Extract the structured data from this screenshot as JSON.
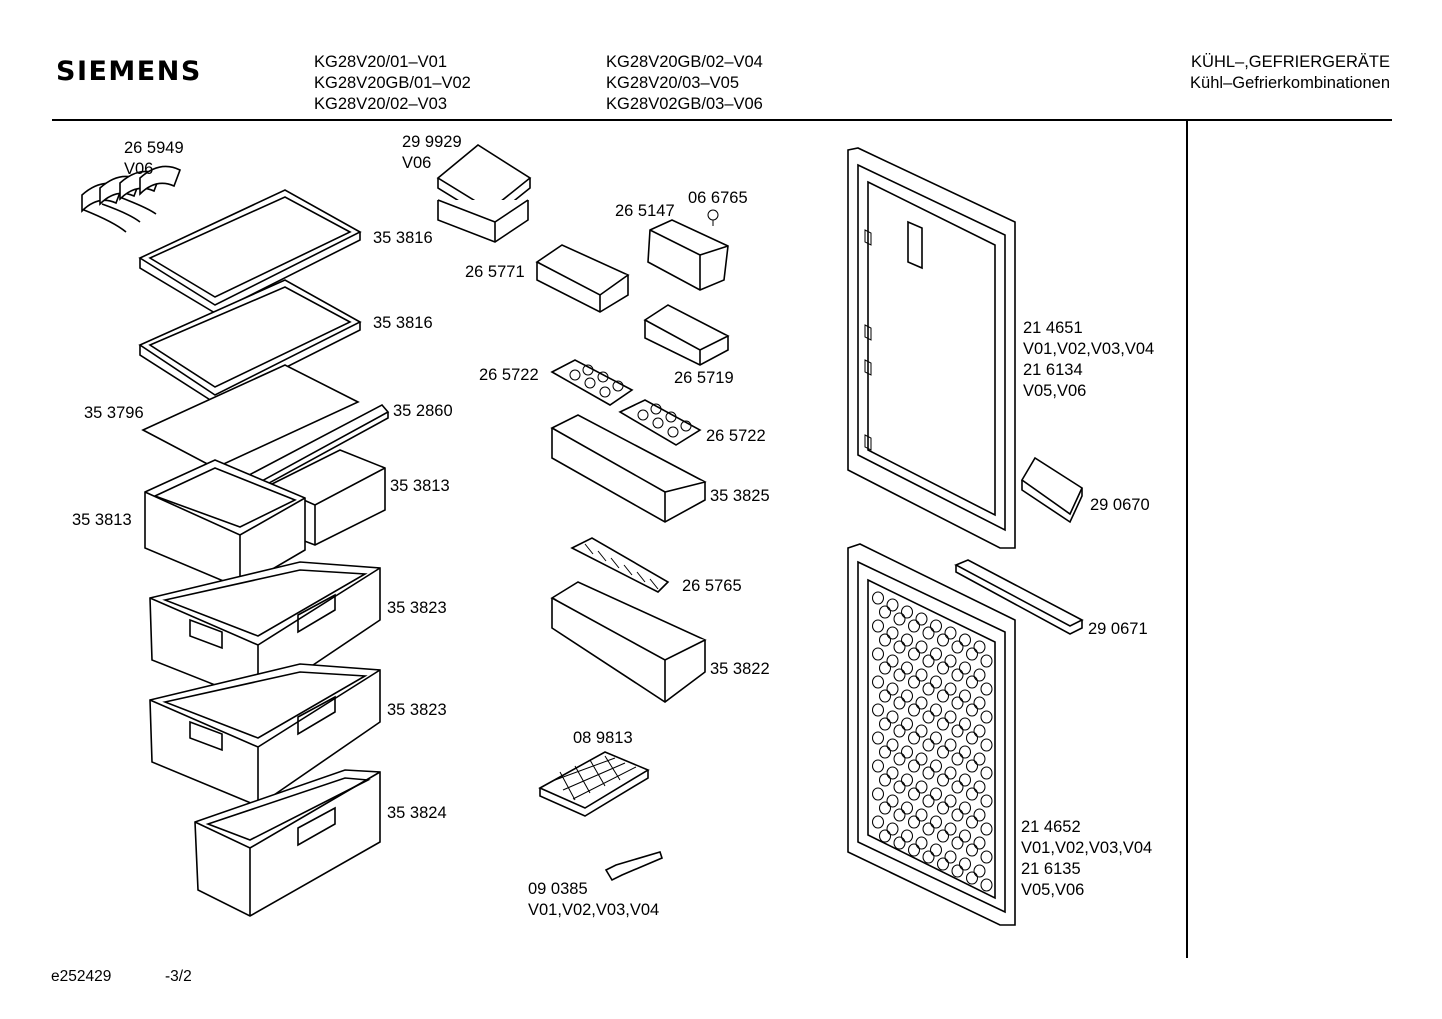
{
  "header": {
    "brand": "SIEMENS",
    "models_col1": [
      "KG28V20/01–V01",
      "KG28V20GB/01–V02",
      "KG28V20/02–V03"
    ],
    "models_col2": [
      "KG28V20GB/02–V04",
      "KG28V20/03–V05",
      "KG28V02GB/03–V06"
    ],
    "category": "KÜHL–,GEFRIERGERÄTE",
    "subcategory": "Kühl–Gefrierkombinationen"
  },
  "parts": [
    {
      "lines": [
        "26 5949",
        "V06"
      ]
    },
    {
      "lines": [
        "35 3816"
      ]
    },
    {
      "lines": [
        "35 3816"
      ]
    },
    {
      "lines": [
        "35 3796"
      ]
    },
    {
      "lines": [
        "35 2860"
      ]
    },
    {
      "lines": [
        "35 3813"
      ]
    },
    {
      "lines": [
        "35 3813"
      ]
    },
    {
      "lines": [
        "35 3823"
      ]
    },
    {
      "lines": [
        "35 3823"
      ]
    },
    {
      "lines": [
        "35 3824"
      ]
    },
    {
      "lines": [
        "29 9929",
        "V06"
      ]
    },
    {
      "lines": [
        "26 5147"
      ]
    },
    {
      "lines": [
        "06 6765"
      ]
    },
    {
      "lines": [
        "26 5771"
      ]
    },
    {
      "lines": [
        "26 5719"
      ]
    },
    {
      "lines": [
        "26 5722"
      ]
    },
    {
      "lines": [
        "26 5722"
      ]
    },
    {
      "lines": [
        "35 3825"
      ]
    },
    {
      "lines": [
        "26 5765"
      ]
    },
    {
      "lines": [
        "35 3822"
      ]
    },
    {
      "lines": [
        "08 9813"
      ]
    },
    {
      "lines": [
        "09 0385",
        "V01,V02,V03,V04"
      ]
    },
    {
      "lines": [
        "21 4651",
        "V01,V02,V03,V04",
        "21 6134",
        "V05,V06"
      ]
    },
    {
      "lines": [
        "29 0670"
      ]
    },
    {
      "lines": [
        "29 0671"
      ]
    },
    {
      "lines": [
        "21 4652",
        "V01,V02,V03,V04",
        "21 6135",
        "V05,V06"
      ]
    }
  ],
  "footer": {
    "drawing_number": "e252429",
    "page": "-3/2"
  }
}
